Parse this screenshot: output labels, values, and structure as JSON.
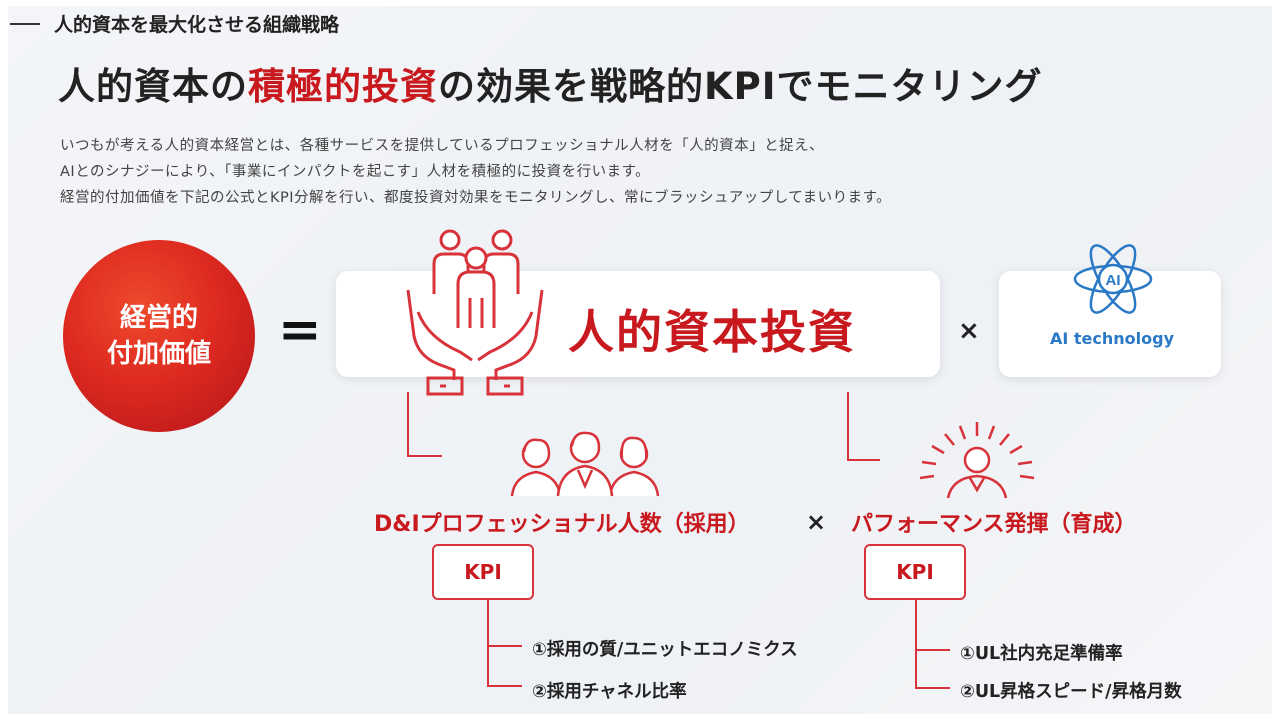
{
  "header": {
    "section_label": "人的資本を最大化させる組織戦略",
    "headline_part1": "人的資本の",
    "headline_accent": "積極的投資",
    "headline_part2": "の効果を戦略的KPIでモニタリング"
  },
  "intro": {
    "lines": [
      "いつもが考える人的資本経営とは、各種サービスを提供しているプロフェッショナル人材を「人的資本」と捉え、",
      "AIとのシナジーにより、「事業にインパクトを起こす」人材を積極的に投資を行います。",
      "経営的付加価値を下記の公式とKPI分解を行い、都度投資対効果をモニタリングし、常にブラッシュアップしてまいります。"
    ]
  },
  "formula": {
    "value_line1": "経営的",
    "value_line2": "付加価値",
    "equals": "=",
    "invest_label": "人的資本投資",
    "times": "×",
    "ai_badge": "AI",
    "ai_label": "AI technology"
  },
  "branches": {
    "left": {
      "label": "D&Iプロフェッショナル人数（採用）",
      "kpi": "KPI",
      "items": [
        "①採用の質/ユニットエコノミクス",
        "②採用チャネル比率"
      ]
    },
    "times": "×",
    "right": {
      "label": "パフォーマンス発揮（育成）",
      "kpi": "KPI",
      "items": [
        "①UL社内充足準備率",
        "②UL昇格スピード/昇格月数"
      ]
    }
  },
  "colors": {
    "accent_red": "#c8191e",
    "ai_blue": "#2a79c6",
    "line_red": "#d8333a"
  }
}
